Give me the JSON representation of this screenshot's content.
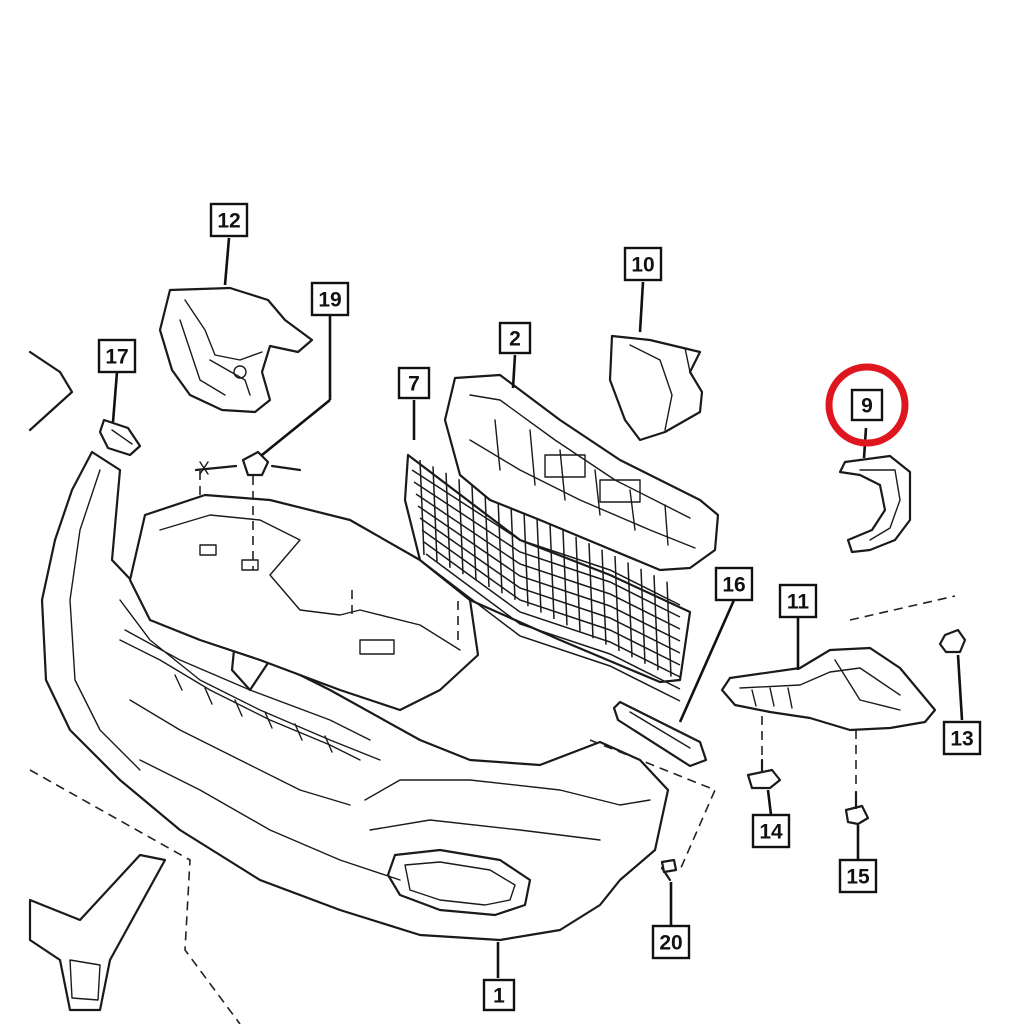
{
  "diagram": {
    "highlight_color": "#e0161e",
    "line_color": "#1a1a1a",
    "highlighted_part": "9",
    "callouts": [
      {
        "id": "c1",
        "label": "1"
      },
      {
        "id": "c2",
        "label": "2"
      },
      {
        "id": "c7",
        "label": "7"
      },
      {
        "id": "c9",
        "label": "9"
      },
      {
        "id": "c10",
        "label": "10"
      },
      {
        "id": "c11",
        "label": "11"
      },
      {
        "id": "c12",
        "label": "12"
      },
      {
        "id": "c13",
        "label": "13"
      },
      {
        "id": "c14",
        "label": "14"
      },
      {
        "id": "c15",
        "label": "15"
      },
      {
        "id": "c16",
        "label": "16"
      },
      {
        "id": "c17",
        "label": "17"
      },
      {
        "id": "c19",
        "label": "19"
      },
      {
        "id": "c20",
        "label": "20"
      }
    ]
  }
}
